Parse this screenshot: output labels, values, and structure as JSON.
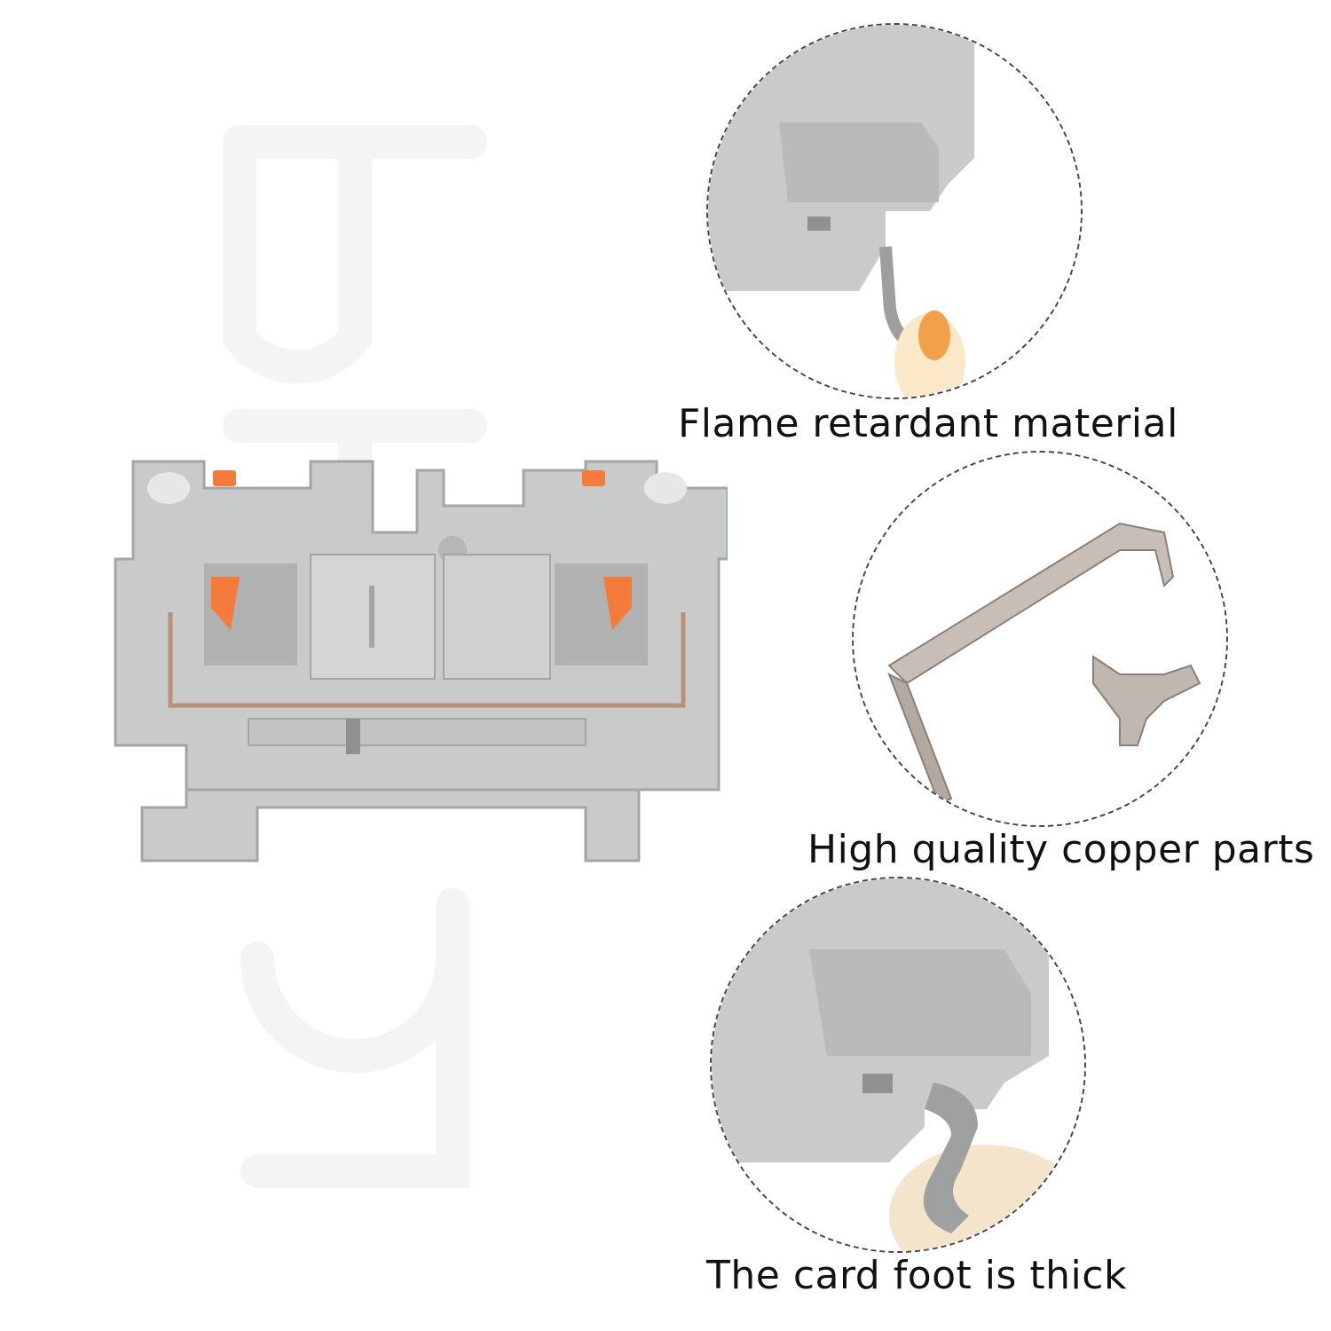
{
  "watermark": {
    "text": "PT 2.5",
    "color": "#f5f5f5"
  },
  "product": {
    "body_color": "#c8c9c9",
    "accent_color": "#f47b3b",
    "metal_color": "#b79278"
  },
  "features": [
    {
      "caption": "Flame retardant material",
      "icon": "flame-test-closeup"
    },
    {
      "caption": "High quality copper parts",
      "icon": "copper-parts-closeup"
    },
    {
      "caption": "The card foot is thick",
      "icon": "card-foot-closeup"
    }
  ]
}
